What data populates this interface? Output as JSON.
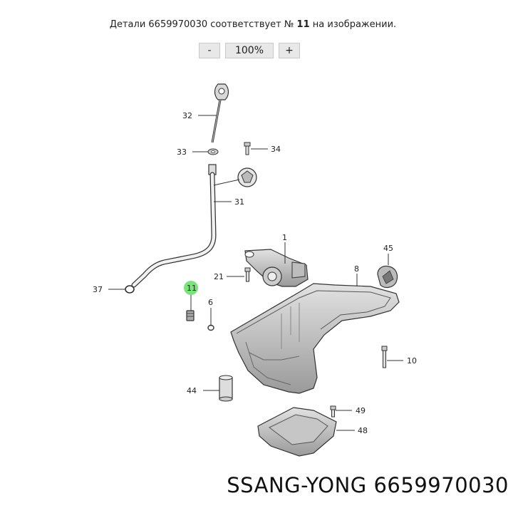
{
  "caption": {
    "prefix": "Детали 6659970030 соответствует №",
    "number": "11",
    "suffix": "на изображении."
  },
  "zoom": {
    "minus": "-",
    "level": "100%",
    "plus": "+"
  },
  "callouts": {
    "c32": "32",
    "c33": "33",
    "c34": "34",
    "c31": "31",
    "c1": "1",
    "c45": "45",
    "c21": "21",
    "c8": "8",
    "c37": "37",
    "c11": "11",
    "c6": "6",
    "c10": "10",
    "c44": "44",
    "c49": "49",
    "c48": "48"
  },
  "highlight_color": "#7be37b",
  "brand": {
    "text": "SSANG-YONG 6659970030"
  }
}
